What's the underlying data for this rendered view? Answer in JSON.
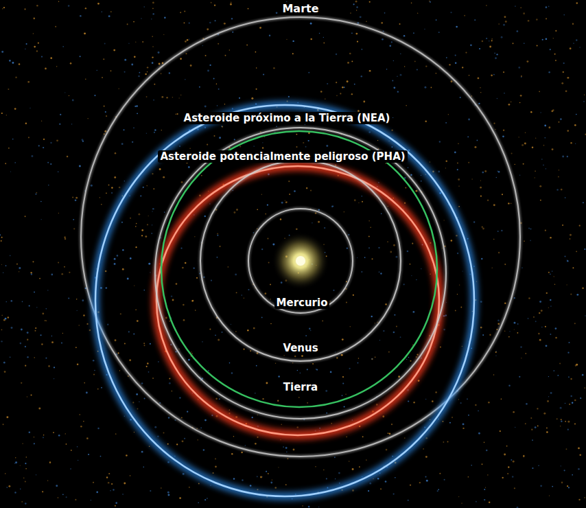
{
  "diagram": {
    "labels": [
      "Marte",
      "Asteroide próximo a la Tierra (NEA)",
      "Asteroide potencialmente peligroso (PHA)",
      "Mercurio",
      "Venus",
      "Tierra"
    ]
  }
}
